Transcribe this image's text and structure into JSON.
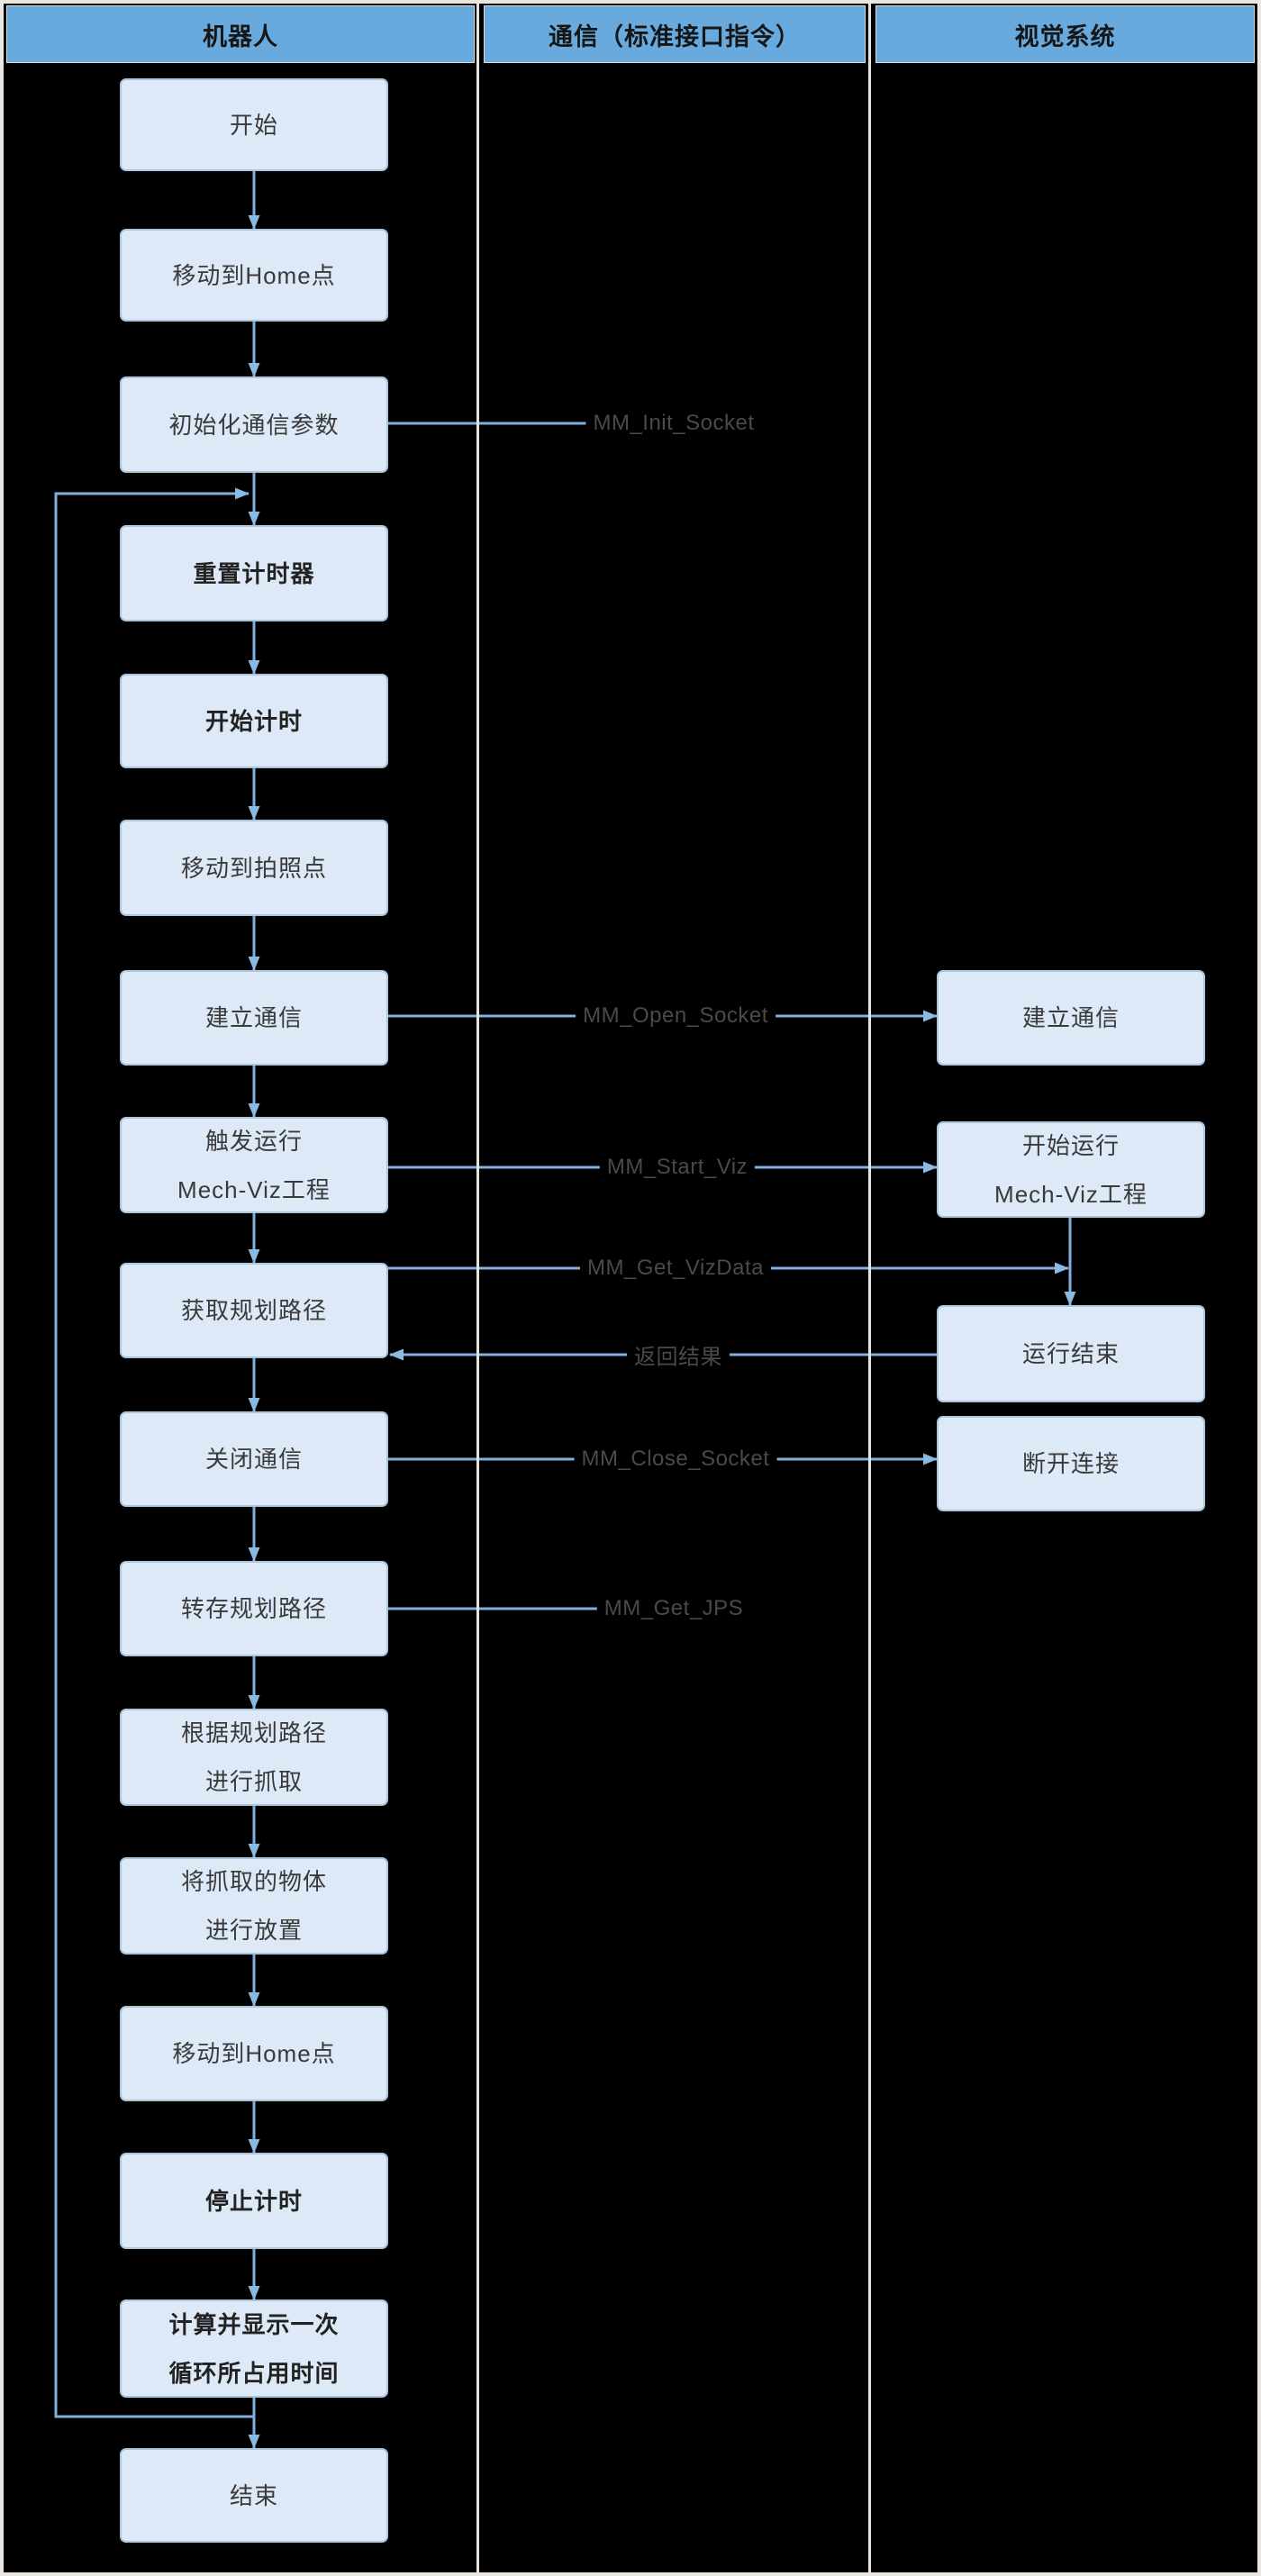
{
  "lanes": {
    "robot": "机器人",
    "comm": "通信（标准接口指令）",
    "vision": "视觉系统"
  },
  "robot_nodes": [
    {
      "label": "开始"
    },
    {
      "label": "移动到Home点"
    },
    {
      "label": "初始化通信参数"
    },
    {
      "label": "重置计时器",
      "bold": true
    },
    {
      "label": "开始计时",
      "bold": true
    },
    {
      "label": "移动到拍照点"
    },
    {
      "label": "建立通信"
    },
    {
      "label": "触发运行\nMech-Viz工程"
    },
    {
      "label": "获取规划路径"
    },
    {
      "label": "关闭通信"
    },
    {
      "label": "转存规划路径"
    },
    {
      "label": "根据规划路径\n进行抓取"
    },
    {
      "label": "将抓取的物体\n进行放置"
    },
    {
      "label": "移动到Home点"
    },
    {
      "label": "停止计时",
      "bold": true
    },
    {
      "label": "计算并显示一次\n循环所占用时间",
      "bold": true
    },
    {
      "label": "结束"
    }
  ],
  "vision_nodes": [
    {
      "label": "建立通信"
    },
    {
      "label": "开始运行\nMech-Viz工程"
    },
    {
      "label": "运行结束"
    },
    {
      "label": "断开连接"
    }
  ],
  "edge_labels": [
    {
      "text": "MM_Init_Socket"
    },
    {
      "text": "MM_Open_Socket"
    },
    {
      "text": "MM_Start_Viz"
    },
    {
      "text": "MM_Get_VizData"
    },
    {
      "text": "返回结果"
    },
    {
      "text": "MM_Close_Socket"
    },
    {
      "text": "MM_Get_JPS"
    }
  ],
  "colors": {
    "background": "#000000",
    "frame": "#eae7e3",
    "lane_header_fill": "#68aadd",
    "lane_header_text": "#161616",
    "node_fill": "#dde9f7",
    "node_border": "#a9c6dd",
    "node_text": "#3a3a3a",
    "arrow": "#7fb1de",
    "edge_label_text": "#4a4a4a"
  }
}
